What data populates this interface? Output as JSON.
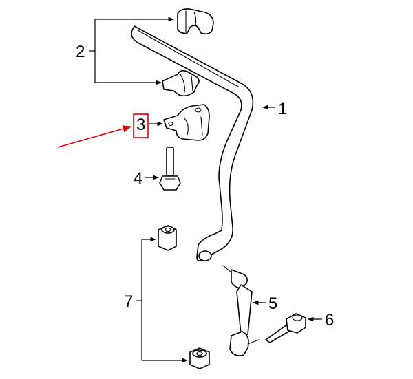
{
  "diagram": {
    "callouts": [
      {
        "id": "1",
        "label": "1"
      },
      {
        "id": "2",
        "label": "2"
      },
      {
        "id": "3",
        "label": "3"
      },
      {
        "id": "4",
        "label": "4"
      },
      {
        "id": "5",
        "label": "5"
      },
      {
        "id": "6",
        "label": "6"
      },
      {
        "id": "7",
        "label": "7"
      }
    ],
    "highlighted_callout": "3",
    "highlight_color": "#e00000",
    "line_color": "#000000",
    "background": "#ffffff"
  }
}
